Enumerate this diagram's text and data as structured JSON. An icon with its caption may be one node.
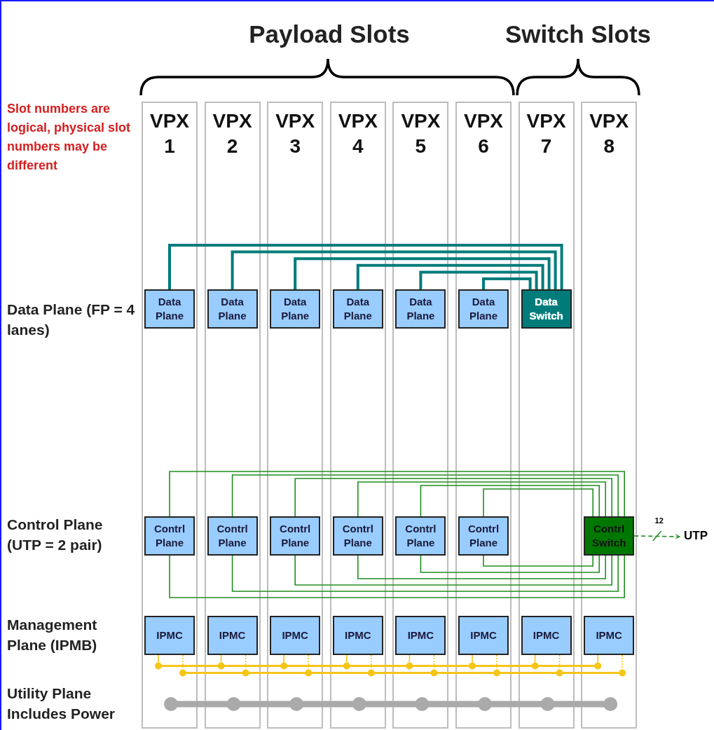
{
  "diagram": {
    "nodes": [
      {
        "text": [
          "VPX 1"
        ]
      },
      {
        "text": [
          "VPX 2"
        ]
      },
      {
        "text": [
          "VPX 3"
        ]
      },
      {
        "text": [
          "VPX 4"
        ]
      },
      {
        "text": [
          "VPX 5"
        ]
      },
      {
        "text": [
          "VPX 6"
        ]
      },
      {
        "text": [
          "VPX 7"
        ]
      },
      {
        "text": [
          "VPX 8"
        ]
      },
      {
        "text": [
          "Data Plane"
        ],
        "in": 0
      },
      {
        "text": [
          "Data Plane"
        ],
        "in": 1
      },
      {
        "text": [
          "Data Plane"
        ],
        "in": 2
      },
      {
        "text": [
          "Data Plane"
        ],
        "in": 3
      },
      {
        "text": [
          "Data Plane"
        ],
        "in": 4
      },
      {
        "text": [
          "Data Plane"
        ],
        "in": 5
      },
      {
        "text": [
          "Data Switch"
        ],
        "in": 6
      },
      {
        "text": [
          "Contrl Plane"
        ],
        "in": 0
      },
      {
        "text": [
          "Contrl Plane"
        ],
        "in": 1
      },
      {
        "text": [
          "Contrl Plane"
        ],
        "in": 2
      },
      {
        "text": [
          "Contrl Plane"
        ],
        "in": 3
      },
      {
        "text": [
          "Contrl Plane"
        ],
        "in": 4
      },
      {
        "text": [
          "Contrl Plane"
        ],
        "in": 5
      },
      {
        "text": [
          "Contrl Switch"
        ],
        "in": 7
      },
      {
        "text": [
          "IPMC"
        ],
        "in": 0
      },
      {
        "text": [
          "IPMC"
        ],
        "in": 1
      },
      {
        "text": [
          "IPMC"
        ],
        "in": 2
      },
      {
        "text": [
          "IPMC"
        ],
        "in": 3
      },
      {
        "text": [
          "IPMC"
        ],
        "in": 4
      },
      {
        "text": [
          "IPMC"
        ],
        "in": 5
      },
      {
        "text": [
          "IPMC"
        ],
        "in": 6
      },
      {
        "text": [
          "IPMC"
        ],
        "in": 7
      },
      {
        "text": [
          "UTP"
        ]
      },
      {
        "text": [],
        "shape": "bar"
      },
      {
        "text": [],
        "shape": "bar"
      }
    ],
    "edges": [
      {
        "from": 8,
        "to": 14,
        "arrow": "none",
        "style": "thick",
        "color": "#007b7b"
      },
      {
        "from": 9,
        "to": 14,
        "arrow": "none",
        "style": "thick",
        "color": "#007b7b"
      },
      {
        "from": 10,
        "to": 14,
        "arrow": "none",
        "style": "thick",
        "color": "#007b7b"
      },
      {
        "from": 11,
        "to": 14,
        "arrow": "none",
        "style": "thick",
        "color": "#007b7b"
      },
      {
        "from": 12,
        "to": 14,
        "arrow": "none",
        "style": "thick",
        "color": "#007b7b"
      },
      {
        "from": 13,
        "to": 14,
        "arrow": "none",
        "style": "thick",
        "color": "#007b7b"
      },
      {
        "from": 15,
        "to": 21,
        "arrow": "none",
        "color": "#1f8f1f"
      },
      {
        "from": 16,
        "to": 21,
        "arrow": "none",
        "color": "#1f8f1f"
      },
      {
        "from": 17,
        "to": 21,
        "arrow": "none",
        "color": "#1f8f1f"
      },
      {
        "from": 18,
        "to": 21,
        "arrow": "none",
        "color": "#1f8f1f"
      },
      {
        "from": 19,
        "to": 21,
        "arrow": "none",
        "color": "#1f8f1f"
      },
      {
        "from": 20,
        "to": 21,
        "arrow": "none",
        "color": "#1f8f1f"
      },
      {
        "from": 15,
        "to": 21,
        "arrow": "none",
        "color": "#1f8f1f"
      },
      {
        "from": 16,
        "to": 21,
        "arrow": "none",
        "color": "#1f8f1f"
      },
      {
        "from": 17,
        "to": 21,
        "arrow": "none",
        "color": "#1f8f1f"
      },
      {
        "from": 18,
        "to": 21,
        "arrow": "none",
        "color": "#1f8f1f"
      },
      {
        "from": 19,
        "to": 21,
        "arrow": "none",
        "color": "#1f8f1f"
      },
      {
        "from": 20,
        "to": 21,
        "arrow": "none",
        "color": "#1f8f1f"
      },
      {
        "from": 21,
        "to": 30,
        "arrow": "to",
        "style": "dashed",
        "label": "12",
        "color": "#1f8f1f"
      },
      {
        "from": 22,
        "to": 31,
        "arrow": "other",
        "color": "#f5c518"
      },
      {
        "from": 22,
        "to": 32,
        "arrow": "other",
        "style": "dashed",
        "color": "#f5c518"
      },
      {
        "from": 23,
        "to": 31,
        "arrow": "other",
        "color": "#f5c518"
      },
      {
        "from": 23,
        "to": 32,
        "arrow": "other",
        "style": "dashed",
        "color": "#f5c518"
      },
      {
        "from": 24,
        "to": 31,
        "arrow": "other",
        "color": "#f5c518"
      },
      {
        "from": 24,
        "to": 32,
        "arrow": "other",
        "style": "dashed",
        "color": "#f5c518"
      },
      {
        "from": 25,
        "to": 31,
        "arrow": "other",
        "color": "#f5c518"
      },
      {
        "from": 25,
        "to": 32,
        "arrow": "other",
        "style": "dashed",
        "color": "#f5c518"
      },
      {
        "from": 26,
        "to": 31,
        "arrow": "other",
        "color": "#f5c518"
      },
      {
        "from": 26,
        "to": 32,
        "arrow": "other",
        "style": "dashed",
        "color": "#f5c518"
      },
      {
        "from": 27,
        "to": 31,
        "arrow": "other",
        "color": "#f5c518"
      },
      {
        "from": 27,
        "to": 32,
        "arrow": "other",
        "style": "dashed",
        "color": "#f5c518"
      },
      {
        "from": 28,
        "to": 31,
        "arrow": "other",
        "color": "#f5c518"
      },
      {
        "from": 28,
        "to": 32,
        "arrow": "other",
        "style": "dashed",
        "color": "#f5c518"
      },
      {
        "from": 29,
        "to": 31,
        "arrow": "other",
        "color": "#f5c518"
      },
      {
        "from": 29,
        "to": 32,
        "arrow": "other",
        "style": "dashed",
        "color": "#f5c518"
      }
    ],
    "labels": [
      "Payload Slots",
      "Switch Slots",
      "Slot numbers are logical, physical slot numbers may be different",
      "Data Plane (FP = 4 lanes)",
      "Control Plane (UTP = 2 pair)",
      "Management Plane (IPMB)",
      "Utility Plane Includes Power"
    ]
  }
}
